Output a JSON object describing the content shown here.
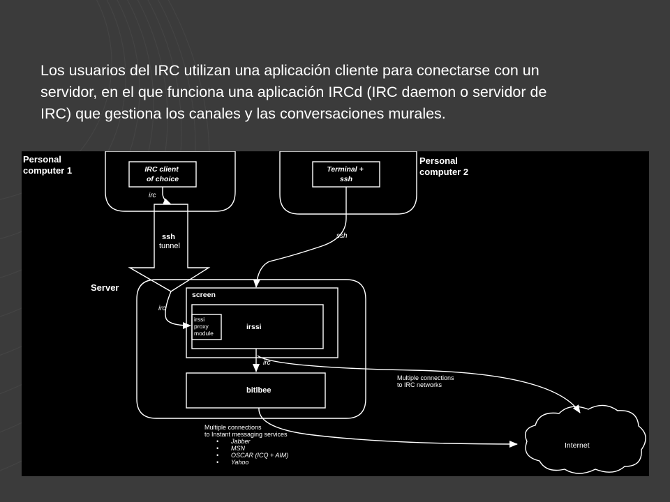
{
  "slide": {
    "text_lines": [
      "Los usuarios del IRC utilizan una aplicación cliente para conectarse con un",
      "servidor, en el que funciona una aplicación IRCd (IRC daemon o servidor de",
      "IRC) que gestiona los canales y las conversaciones murales."
    ]
  },
  "diagram": {
    "pc1_label": [
      "Personal",
      "computer 1"
    ],
    "pc2_label": [
      "Personal",
      "computer 2"
    ],
    "server_label": "Server",
    "irc_client_label": [
      "IRC client",
      "of choice"
    ],
    "terminal_label": [
      "Terminal +",
      "ssh"
    ],
    "ssh_tunnel_label": [
      "ssh",
      "tunnel"
    ],
    "edge_irc_top": "irc",
    "edge_ssh": "ssh",
    "edge_irc_left": "irc",
    "edge_irc_bottom": "irc",
    "screen_label": "screen",
    "irssi_label": "irssi",
    "proxy_module_label": [
      "irssi",
      "proxy",
      "module"
    ],
    "bitlbee_label": "bitlbee",
    "irc_networks_label": [
      "Multiple connections",
      "to IRC networks"
    ],
    "im_services_label": [
      "Multiple connections",
      "to Instant messaging services"
    ],
    "im_services": [
      "Jabber",
      "MSN",
      "OSCAR (ICQ + AIM)",
      "Yahoo"
    ],
    "internet_label": "Internet"
  }
}
